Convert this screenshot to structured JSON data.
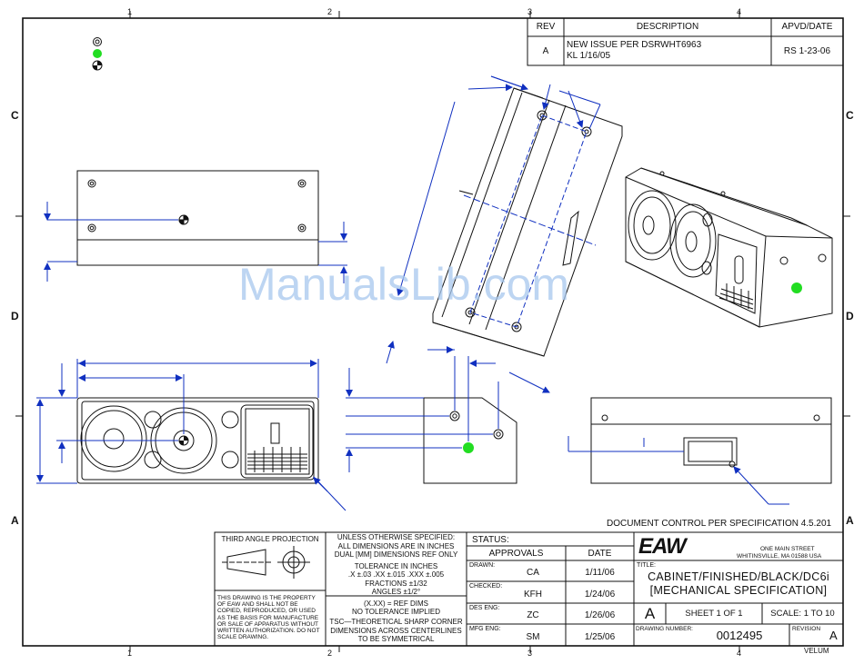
{
  "watermark": "ManualsLib.com",
  "zones": {
    "left": [
      "C",
      "D",
      "A"
    ],
    "right": [
      "C",
      "D",
      "A"
    ],
    "top": [
      "1",
      "2",
      "3",
      "4"
    ],
    "bottom": [
      "1",
      "2",
      "3",
      "4"
    ]
  },
  "revision_block": {
    "headers": [
      "REV",
      "DESCRIPTION",
      "APVD/DATE"
    ],
    "rows": [
      {
        "rev": "A",
        "description_line1": "NEW ISSUE PER DSRWHT6963",
        "description_line2": "KL 1/16/05",
        "apvd": "RS 1-23-06"
      }
    ]
  },
  "doc_control": "DOCUMENT CONTROL PER SPECIFICATION 4.5.201",
  "third_angle": "THIRD ANGLE PROJECTION",
  "property_notice": [
    "THIS DRAWING IS THE PROPERTY",
    "OF EAW AND SHALL NOT BE",
    "COPIED, REPRODUCED, OR USED",
    "AS THE BASIS FOR MANUFACTURE",
    "OR SALE OF APPARATUS WITHOUT",
    "WRITTEN AUTHORIZATION. DO NOT",
    "SCALE DRAWING."
  ],
  "tolerance_notes": {
    "line1": "UNLESS OTHERWISE SPECIFIED:",
    "line2": "ALL DIMENSIONS ARE IN INCHES",
    "line3": "DUAL [MM] DIMENSIONS REF ONLY",
    "line4": "TOLERANCE IN INCHES",
    "line5": ".X ±.03  .XX ±.015  .XXX ±.005",
    "line6": "FRACTIONS ±1/32",
    "line7": "ANGLES ±1/2°",
    "line8": "(X.XX) = REF DIMS",
    "line9": "NO TOLERANCE IMPLIED",
    "line10": "TSC—THEORETICAL SHARP CORNER",
    "line11": "DIMENSIONS ACROSS CENTERLINES",
    "line12": "TO BE SYMMETRICAL"
  },
  "status": {
    "label": "STATUS:",
    "approvals_header": "APPROVALS",
    "date_header": "DATE",
    "rows": [
      {
        "role": "DRAWN:",
        "name": "CA",
        "date": "1/11/06"
      },
      {
        "role": "CHECKED:",
        "name": "KFH",
        "date": "1/24/06"
      },
      {
        "role": "DES ENG:",
        "name": "ZC",
        "date": "1/26/06"
      },
      {
        "role": "MFG ENG:",
        "name": "SM",
        "date": "1/25/06"
      }
    ]
  },
  "company": {
    "logo": "EAW",
    "address1": "ONE MAIN STREET",
    "address2": "WHITINSVILLE, MA  01588  USA"
  },
  "title": {
    "label": "TITLE:",
    "line1": "CABINET/FINISHED/BLACK/DC6i",
    "line2": "[MECHANICAL SPECIFICATION]"
  },
  "sheet": {
    "size": "A",
    "sheet": "SHEET 1 OF 1",
    "scale": "SCALE: 1 TO 10"
  },
  "drawing_number": {
    "label": "DRAWING NUMBER:",
    "value": "0012495",
    "revision_label": "REVISION",
    "revision_value": "A"
  },
  "corner_tag": "VELUM",
  "colors": {
    "accent_green": "#22dd22",
    "watermark": "#a8c8ee",
    "dim_blue": "#1030c0"
  }
}
